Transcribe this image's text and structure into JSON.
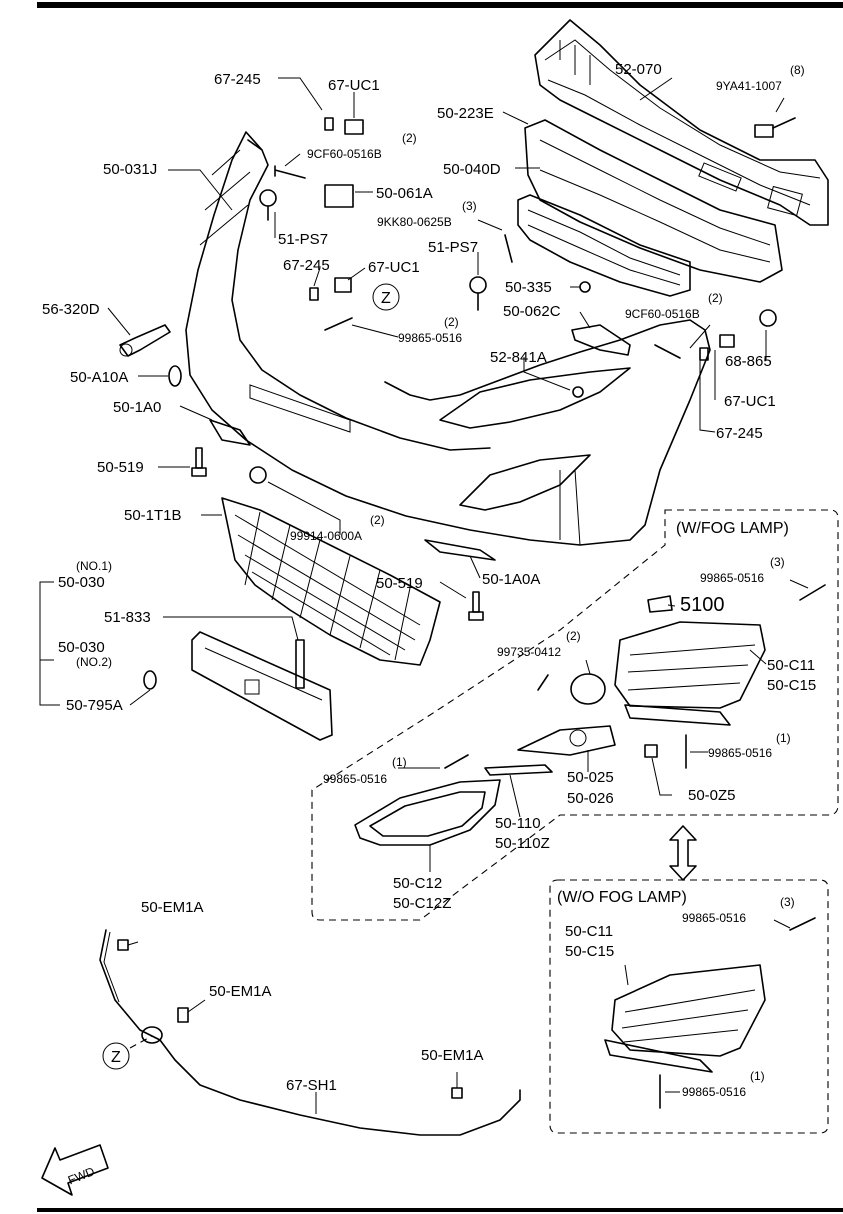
{
  "labels": {
    "l67_245_a": "67-245",
    "l67_uc1_a": "67-UC1",
    "l52_070": "52-070",
    "l9ya41_q": "(8)",
    "l9ya41": "9YA41-1007",
    "l50_223e": "50-223E",
    "l9cf60_a_q": "(2)",
    "l9cf60_a": "9CF60-0516B",
    "l50_031j": "50-031J",
    "l50_040d": "50-040D",
    "l50_061a": "50-061A",
    "l9kk80_q": "(3)",
    "l9kk80": "9KK80-0625B",
    "l51_ps7_a": "51-PS7",
    "l51_ps7_b": "51-PS7",
    "l67_245_b": "67-245",
    "l67_uc1_b": "67-UC1",
    "l50_335": "50-335",
    "l56_320d": "56-320D",
    "l99865_a_q": "(2)",
    "l99865_a": "99865-0516",
    "l50_062c": "50-062C",
    "l9cf60_b_q": "(2)",
    "l9cf60_b": "9CF60-0516B",
    "l68_865": "68-865",
    "l50_a10a": "50-A10A",
    "l52_841a": "52-841A",
    "l67_uc1_c": "67-UC1",
    "l50_1a0": "50-1A0",
    "l67_245_c": "67-245",
    "l50_519_a": "50-519",
    "l50_1t1b": "50-1T1B",
    "l99914_q": "(2)",
    "l99914": "99914-0600A",
    "l50_1a0a": "50-1A0A",
    "l50_519_b": "50-519",
    "no1": "(NO.1)",
    "l50_030_a": "50-030",
    "l51_833": "51-833",
    "l50_030_b": "50-030",
    "no2": "(NO.2)",
    "l50_795a": "50-795A",
    "wfog_title": "(W/FOG LAMP)",
    "w99865_a_q": "(3)",
    "w99865_a": "99865-0516",
    "w5100": "5100",
    "w99735_q": "(2)",
    "w99735": "99735-0412",
    "w50_c11": "50-C11",
    "w50_c15": "50-C15",
    "w99865_b_q": "(1)",
    "w99865_b": "99865-0516",
    "w99865_c_q": "(1)",
    "w99865_c": "99865-0516",
    "w50_025": "50-025",
    "w50_026": "50-026",
    "w50_0z5": "50-0Z5",
    "w50_110": "50-110",
    "w50_110z": "50-110Z",
    "w50_c12": "50-C12",
    "w50_c12z": "50-C12Z",
    "wofog_title": "(W/O FOG LAMP)",
    "o99865_a_q": "(3)",
    "o99865_a": "99865-0516",
    "o50_c11": "50-C11",
    "o50_c15": "50-C15",
    "o99865_b_q": "(1)",
    "o99865_b": "99865-0516",
    "em1a_a": "50-EM1A",
    "em1a_b": "50-EM1A",
    "em1a_c": "50-EM1A",
    "l67_sh1": "67-SH1",
    "z_a": "Z",
    "z_b": "Z",
    "fwd": "FWD"
  }
}
